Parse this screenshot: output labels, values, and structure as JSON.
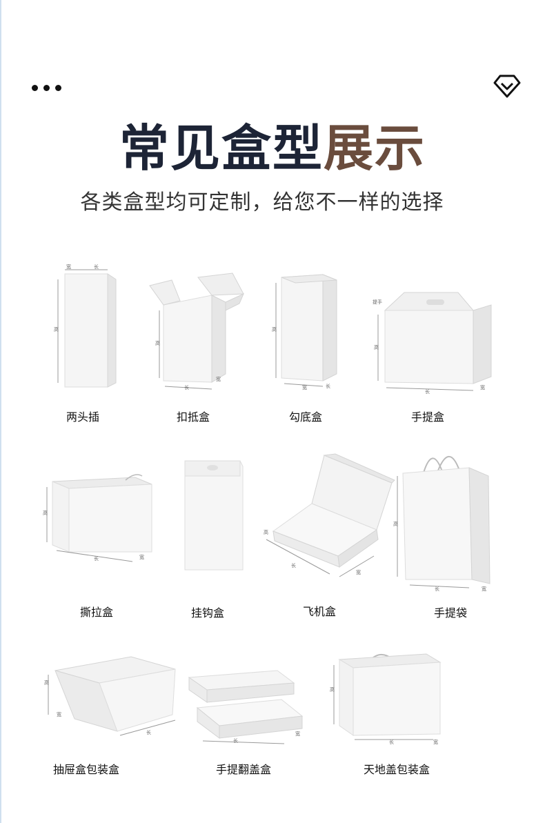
{
  "header": {
    "menu_icon": "more-dots-icon",
    "brand_icon": "diamond-icon",
    "title_dark": "常见盒型",
    "title_accent": "展示",
    "subtitle": "各类盒型均可定制，给您不一样的选择"
  },
  "colors": {
    "title_dark": "#1d2436",
    "title_accent": "#6a4c3d"
  },
  "boxes": [
    {
      "label": "两头插"
    },
    {
      "label": "扣抵盒"
    },
    {
      "label": "勾底盒"
    },
    {
      "label": "手提盒"
    },
    {
      "label": "撕拉盒"
    },
    {
      "label": "挂钩盒"
    },
    {
      "label": "飞机盒"
    },
    {
      "label": "手提袋"
    },
    {
      "label": "抽屉盒包装盒"
    },
    {
      "label": "手提翻盖盒"
    },
    {
      "label": "天地盖包装盒"
    }
  ],
  "dimension_marks": {
    "height": "高",
    "width": "宽",
    "length": "长",
    "handle": "提手"
  }
}
